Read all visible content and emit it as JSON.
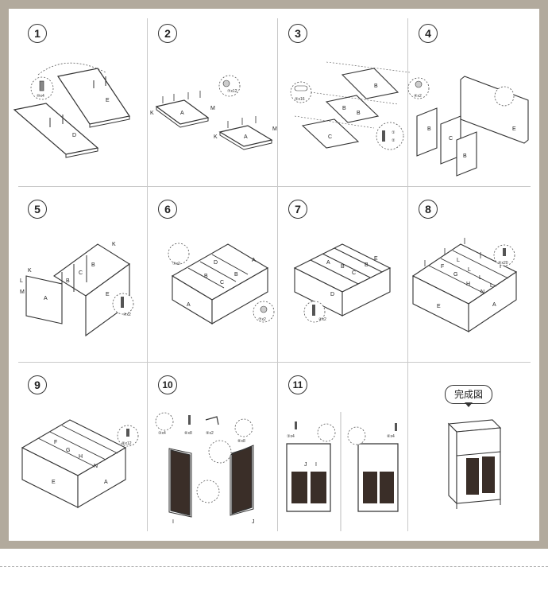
{
  "steps": [
    {
      "number": "1",
      "labels": [
        "E",
        "D"
      ],
      "callouts": [
        "⑩x4"
      ]
    },
    {
      "number": "2",
      "labels": [
        "A",
        "K",
        "M",
        "A",
        "K",
        "M"
      ],
      "callouts": [
        "⑦x12"
      ]
    },
    {
      "number": "3",
      "labels": [
        "B",
        "B",
        "C",
        "B"
      ],
      "callouts": [
        "⑤x16",
        "①",
        "②"
      ]
    },
    {
      "number": "4",
      "labels": [
        "B",
        "C",
        "B",
        "E"
      ],
      "callouts": [
        "④x2"
      ]
    },
    {
      "number": "5",
      "labels": [
        "K",
        "L",
        "M",
        "A",
        "B",
        "C",
        "B",
        "E",
        "K"
      ],
      "callouts": [
        "④x2"
      ]
    },
    {
      "number": "6",
      "labels": [
        "A",
        "D",
        "B",
        "C",
        "B",
        "A"
      ],
      "callouts": [
        "⑦x2",
        "⑦x2"
      ]
    },
    {
      "number": "7",
      "labels": [
        "A",
        "B",
        "C",
        "B",
        "E",
        "D"
      ],
      "callouts": [
        "④x2"
      ]
    },
    {
      "number": "8",
      "labels": [
        "F",
        "L",
        "G",
        "L",
        "H",
        "L",
        "N",
        "L",
        "E",
        "A"
      ],
      "callouts": [
        "⑧x20"
      ]
    },
    {
      "number": "9",
      "labels": [
        "F",
        "G",
        "H",
        "N",
        "E",
        "A"
      ],
      "callouts": [
        "⑧x12"
      ]
    },
    {
      "number": "10",
      "labels": [
        "I",
        "J"
      ],
      "callouts": [
        "③x4",
        "⑥x8",
        "⑨x2",
        "⑥x8"
      ]
    },
    {
      "number": "11",
      "labels": [
        "J",
        "I"
      ],
      "callouts": [
        "③x4",
        "⑥x4"
      ]
    }
  ],
  "completed_label": "完成図"
}
